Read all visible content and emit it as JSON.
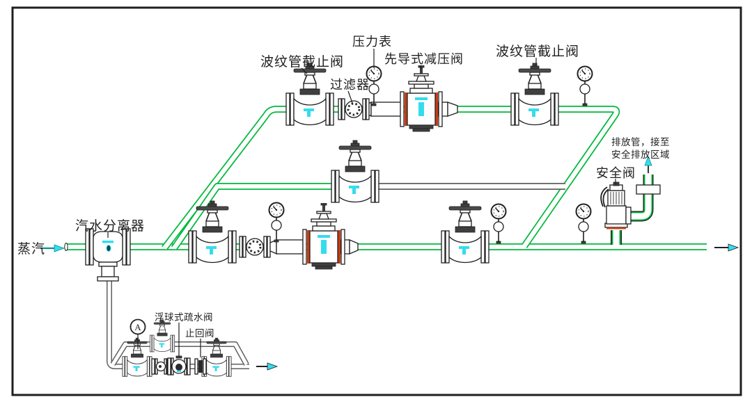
{
  "diagram": {
    "labels": {
      "steam_inlet": "蒸汽",
      "separator": "汽水分离器",
      "bellows_stop_valve_left": "波纹管截止阀",
      "strainer": "过滤器",
      "pressure_gauge": "压力表",
      "pilot_reducing_valve": "先导式减压阀",
      "bellows_stop_valve_right": "波纹管截止阀",
      "safety_valve": "安全阀",
      "discharge_note_line1": "排放管，接至",
      "discharge_note_line2": "安全排放区域",
      "float_trap": "浮球式疏水阀",
      "check_valve": "止回阀",
      "marker_a": "A"
    },
    "colors": {
      "steam_pipe_green": "#00b83c",
      "condensate_pipe_gray": "#5f5f5f",
      "flow_mark_cyan": "#35dcee",
      "gasket_red": "#c83c14",
      "line_black": "#1f1f1f"
    }
  }
}
